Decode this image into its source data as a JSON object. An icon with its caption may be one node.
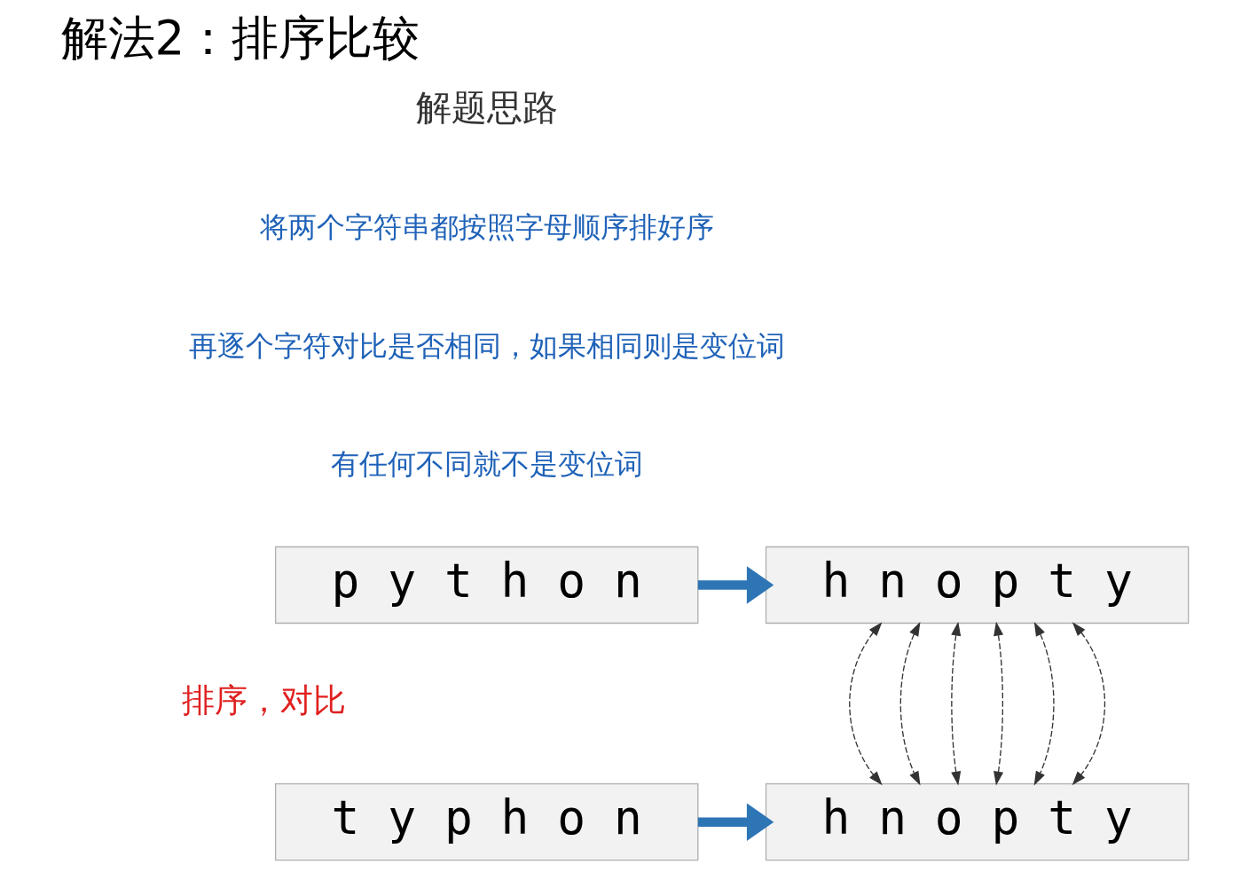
{
  "diagram": {
    "title": "解法2：排序比较",
    "nodes": [
      {
        "text": [
          "p y t h o n"
        ]
      },
      {
        "text": [
          "h n o p t y"
        ]
      },
      {
        "text": [
          "t y p h o n"
        ]
      },
      {
        "text": [
          "h n o p t y"
        ]
      }
    ],
    "edges": [
      {
        "from": 0,
        "to": 1,
        "arrow": "to",
        "style": "thick",
        "color": "#2e75b6"
      },
      {
        "from": 2,
        "to": 3,
        "arrow": "to",
        "style": "thick",
        "color": "#2e75b6"
      },
      {
        "from": 1,
        "to": 3,
        "arrow": "both",
        "style": "dashed"
      },
      {
        "from": 1,
        "to": 3,
        "arrow": "both",
        "style": "dashed"
      },
      {
        "from": 1,
        "to": 3,
        "arrow": "both",
        "style": "dashed"
      },
      {
        "from": 1,
        "to": 3,
        "arrow": "both",
        "style": "dashed"
      },
      {
        "from": 1,
        "to": 3,
        "arrow": "both",
        "style": "dashed"
      },
      {
        "from": 1,
        "to": 3,
        "arrow": "both",
        "style": "dashed"
      }
    ],
    "labels": [
      "解题思路",
      "将两个字符串都按照字母顺序排好序",
      "再逐个字符对比是否相同，如果相同则是变位词",
      "有任何不同就不是变位词",
      "排序，对比"
    ]
  }
}
